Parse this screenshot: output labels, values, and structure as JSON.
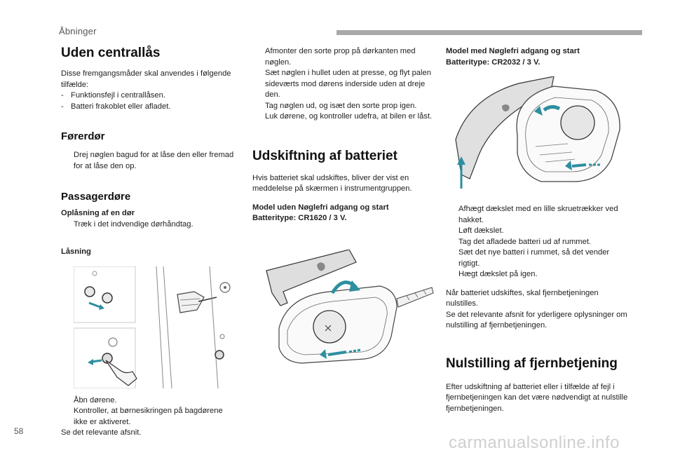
{
  "header": {
    "chapter": "Åbninger",
    "page_number": "58"
  },
  "bullet_symbol": "",
  "dash_symbol": "-",
  "col1": {
    "title": "Uden centrallås",
    "intro": "Disse fremgangsmåder skal anvendes i følgende tilfælde:",
    "cases": [
      "Funktionsfejl i centrallåsen.",
      "Batteri frakoblet eller afladet."
    ],
    "driver_door": {
      "title": "Førerdør",
      "steps": [
        "Drej nøglen bagud for at låse den eller fremad for at låse den op."
      ]
    },
    "passenger_doors": {
      "title": "Passagerdøre",
      "unlock_title": "Oplåsning af en dør",
      "unlock_steps": [
        "Træk i det indvendige dørhåndtag."
      ],
      "lock_title": "Låsning"
    },
    "after_steps": [
      "Åbn dørene.",
      "Kontroller, at børnesikringen på bagdørene ikke er aktiveret."
    ],
    "note": "Se det relevante afsnit."
  },
  "col2": {
    "steps": [
      "Afmonter den sorte prop på dørkanten med nøglen.",
      "Sæt nøglen i hullet uden at presse, og flyt palen sideværts mod dørens inderside uden at dreje den.",
      "Tag nøglen ud, og isæt den sorte prop igen.",
      "Luk dørene, og kontroller udefra, at bilen er låst."
    ],
    "battery": {
      "title": "Udskiftning af batteriet",
      "intro": "Hvis batteriet skal udskiftes, bliver der vist en meddelelse på skærmen i instrumentgruppen.",
      "model_title_1": "Model uden Nøglefri adgang og start",
      "model_title_2": "Batteritype: CR1620 / 3 V."
    }
  },
  "col3": {
    "model_title_1": "Model med Nøglefri adgang og start",
    "model_title_2": "Batteritype: CR2032 / 3 V.",
    "steps": [
      "Afhægt dækslet med en lille skruetrækker ved hakket.",
      "Løft dækslet.",
      "Tag det afladede batteri ud af rummet.",
      "Sæt det nye batteri i rummet, så det vender rigtigt.",
      "Hægt dækslet på igen."
    ],
    "after_1": "Når batteriet udskiftes, skal fjernbetjeningen nulstilles.",
    "after_2": "Se det relevante afsnit for yderligere oplysninger om nulstilling af fjernbetjeningen.",
    "reset": {
      "title": "Nulstilling af fjernbetjening",
      "text": "Efter udskiftning af batteriet eller i tilfælde af fejl i fjernbetjeningen kan det være nødvendigt at nulstille fjernbetjeningen."
    }
  },
  "footer": {
    "watermark": "carmanualsonline.info"
  },
  "colors": {
    "arrow": "#2d8fa0",
    "header_bar": "#a8a8a8",
    "line": "#555555"
  },
  "icons": [
    "door-lock-illustration",
    "key-battery-illustration",
    "keyless-key-battery-illustration"
  ]
}
